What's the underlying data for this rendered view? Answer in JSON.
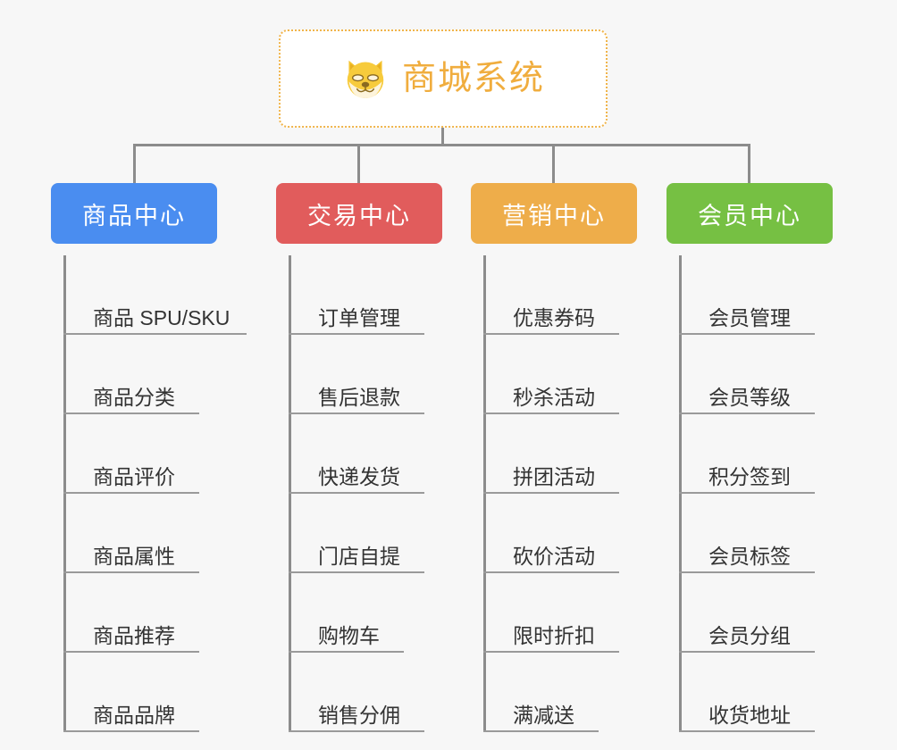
{
  "background_color": "#f7f7f7",
  "root": {
    "icon": "shiba-dog-face-emoji",
    "title": "商城系统",
    "title_color": "#f0ad3e",
    "border_color": "#f0b44a"
  },
  "connector_color": "#8c8c8c",
  "branches": [
    {
      "id": "product-center",
      "label": "商品中心",
      "color": "#4a8df0",
      "items": [
        {
          "label": "商品 SPU/SKU",
          "underline_width": 205
        },
        {
          "label": "商品分类",
          "underline_width": 152
        },
        {
          "label": "商品评价",
          "underline_width": 152
        },
        {
          "label": "商品属性",
          "underline_width": 152
        },
        {
          "label": "商品推荐",
          "underline_width": 152
        },
        {
          "label": "商品品牌",
          "underline_width": 152
        }
      ]
    },
    {
      "id": "trade-center",
      "label": "交易中心",
      "color": "#e15c5c",
      "items": [
        {
          "label": "订单管理",
          "underline_width": 152
        },
        {
          "label": "售后退款",
          "underline_width": 152
        },
        {
          "label": "快递发货",
          "underline_width": 152
        },
        {
          "label": "门店自提",
          "underline_width": 152
        },
        {
          "label": "购物车",
          "underline_width": 129
        },
        {
          "label": "销售分佣",
          "underline_width": 152
        }
      ]
    },
    {
      "id": "marketing-center",
      "label": "营销中心",
      "color": "#eead4a",
      "items": [
        {
          "label": "优惠券码",
          "underline_width": 152
        },
        {
          "label": "秒杀活动",
          "underline_width": 152
        },
        {
          "label": "拼团活动",
          "underline_width": 152
        },
        {
          "label": "砍价活动",
          "underline_width": 152
        },
        {
          "label": "限时折扣",
          "underline_width": 152
        },
        {
          "label": "满减送",
          "underline_width": 129
        }
      ]
    },
    {
      "id": "member-center",
      "label": "会员中心",
      "color": "#76c043",
      "items": [
        {
          "label": "会员管理",
          "underline_width": 152
        },
        {
          "label": "会员等级",
          "underline_width": 152
        },
        {
          "label": "积分签到",
          "underline_width": 152
        },
        {
          "label": "会员标签",
          "underline_width": 152
        },
        {
          "label": "会员分组",
          "underline_width": 152
        },
        {
          "label": "收货地址",
          "underline_width": 152
        }
      ]
    }
  ]
}
